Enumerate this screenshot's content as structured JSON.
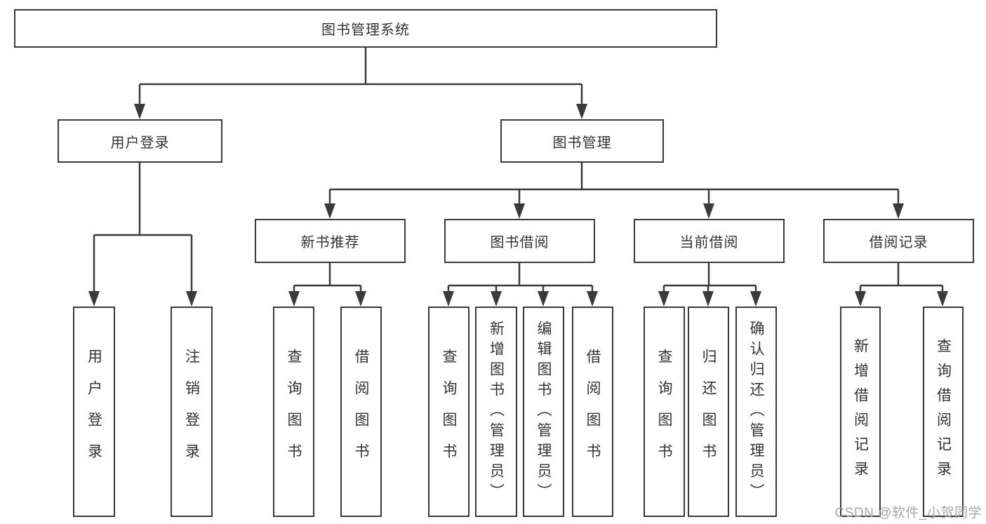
{
  "diagram": {
    "type": "hierarchy-tree",
    "colors": {
      "line": "#3a3a3a",
      "text": "#333333",
      "background": "#ffffff",
      "watermark": "#a8a8a8"
    },
    "hierarchy": {
      "root": "图书管理系统",
      "children": [
        {
          "label": "用户登录",
          "children": [
            "用户登录",
            "注销登录"
          ]
        },
        {
          "label": "图书管理",
          "children": [
            {
              "label": "新书推荐",
              "children": [
                "查询图书",
                "借阅图书"
              ]
            },
            {
              "label": "图书借阅",
              "children": [
                "查询图书",
                "新增图书（管理员）",
                "编辑图书（管理员）",
                "借阅图书"
              ]
            },
            {
              "label": "当前借阅",
              "children": [
                "查询图书",
                "归还图书",
                "确认归还（管理员）"
              ]
            },
            {
              "label": "借阅记录",
              "children": [
                "新增借阅记录",
                "查询借阅记录"
              ]
            }
          ]
        }
      ]
    },
    "watermark": "CSDN @软件_小贺同学"
  }
}
